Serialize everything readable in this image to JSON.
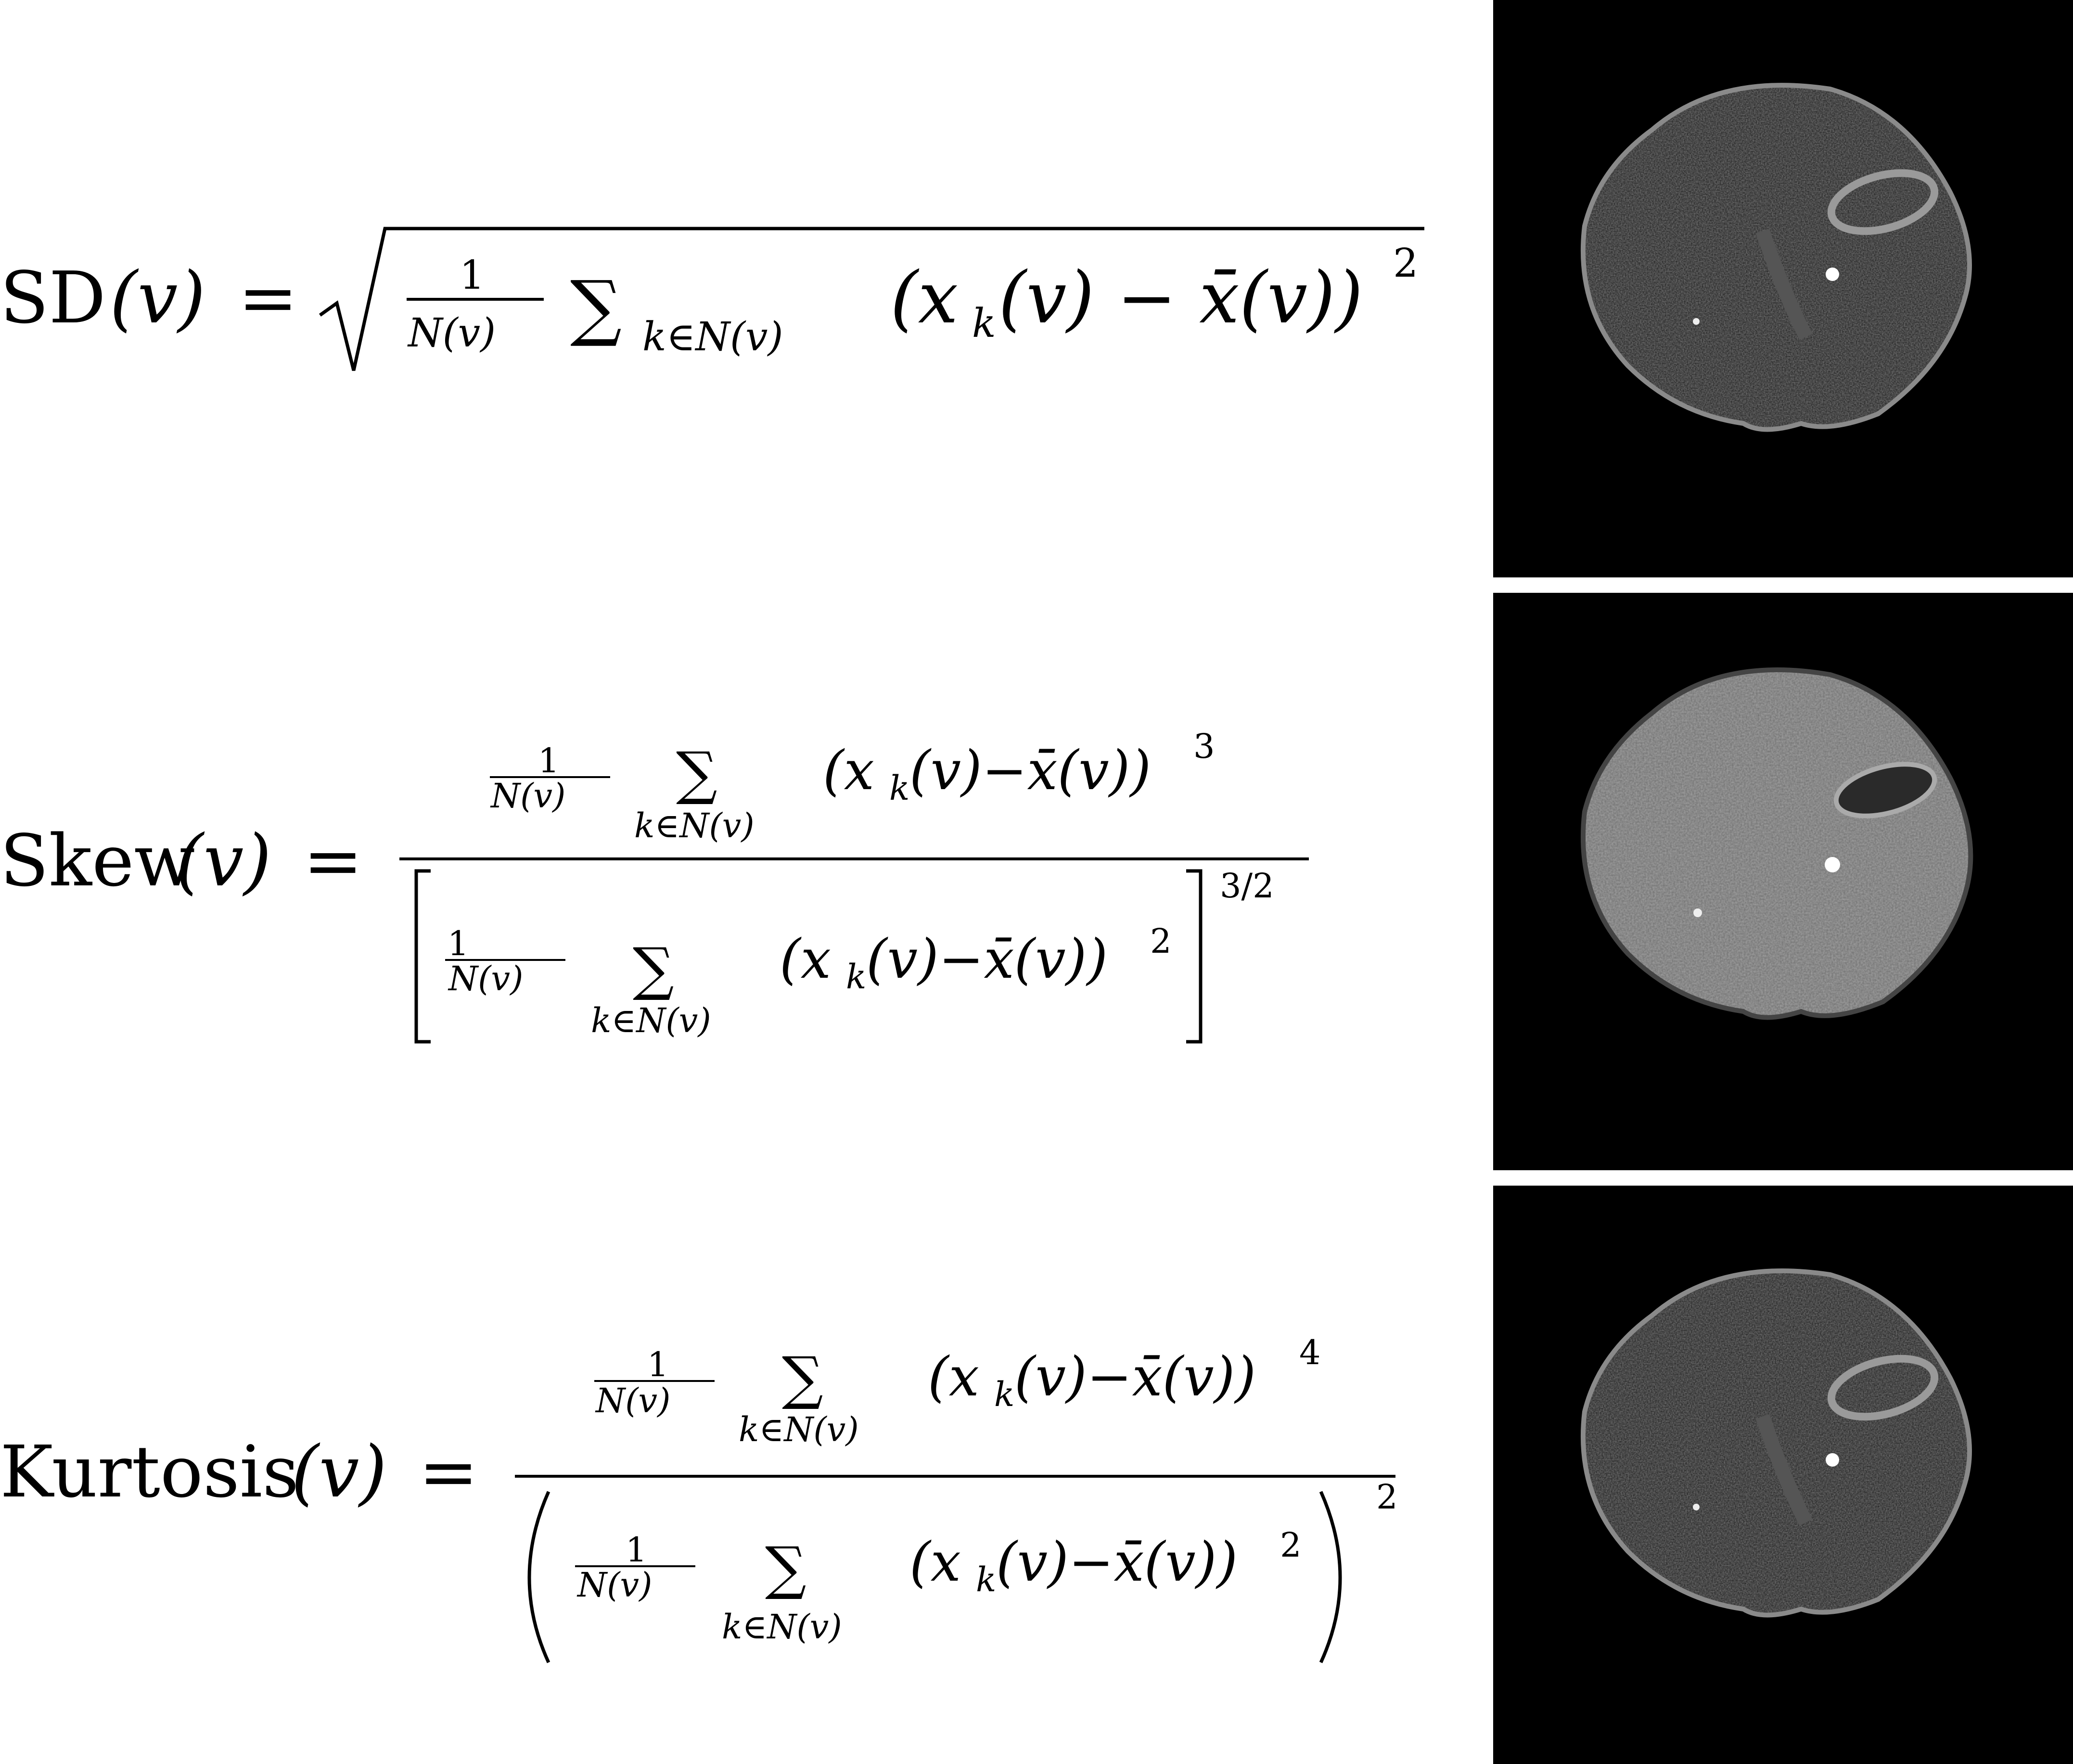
{
  "formulas": {
    "sd": {
      "lhs_name": "SD",
      "lhs_arg": "(v)",
      "equals": "=",
      "one": "1",
      "n_of_v": "N(v)",
      "sum_symbol": "∑",
      "sum_sub": "k∈N(v)",
      "body": "(x",
      "body_sub": "k",
      "body_rest": "(v) − x̄(v))",
      "power": "2"
    },
    "skew": {
      "lhs_name": "Skew",
      "lhs_arg": "(v)",
      "equals": "=",
      "one": "1",
      "n_of_v": "N(v)",
      "sum_symbol": "∑",
      "sum_sub": "k∈N(v)",
      "num_body": "(x",
      "num_body_sub": "k",
      "num_body_rest": "(v)−x̄(v))",
      "num_power": "3",
      "den_body": "(x",
      "den_body_sub": "k",
      "den_body_rest": "(v)−x̄(v))",
      "den_inner_power": "2",
      "den_outer_power": "3/2"
    },
    "kurtosis": {
      "lhs_name": "Kurtosis",
      "lhs_arg": "(v)",
      "equals": "=",
      "one": "1",
      "n_of_v": "N(v)",
      "sum_symbol": "∑",
      "sum_sub": "k∈N(v)",
      "num_body": "(x",
      "num_body_sub": "k",
      "num_body_rest": "(v)−x̄(v))",
      "num_power": "4",
      "den_body": "(x",
      "den_body_sub": "k",
      "den_body_rest": "(v)−x̄(v))",
      "den_inner_power": "2",
      "den_outer_power": "2"
    }
  },
  "images": [
    {
      "icon": "ct-scan-sd-map"
    },
    {
      "icon": "ct-scan-skew-map"
    },
    {
      "icon": "ct-scan-kurtosis-map"
    }
  ]
}
